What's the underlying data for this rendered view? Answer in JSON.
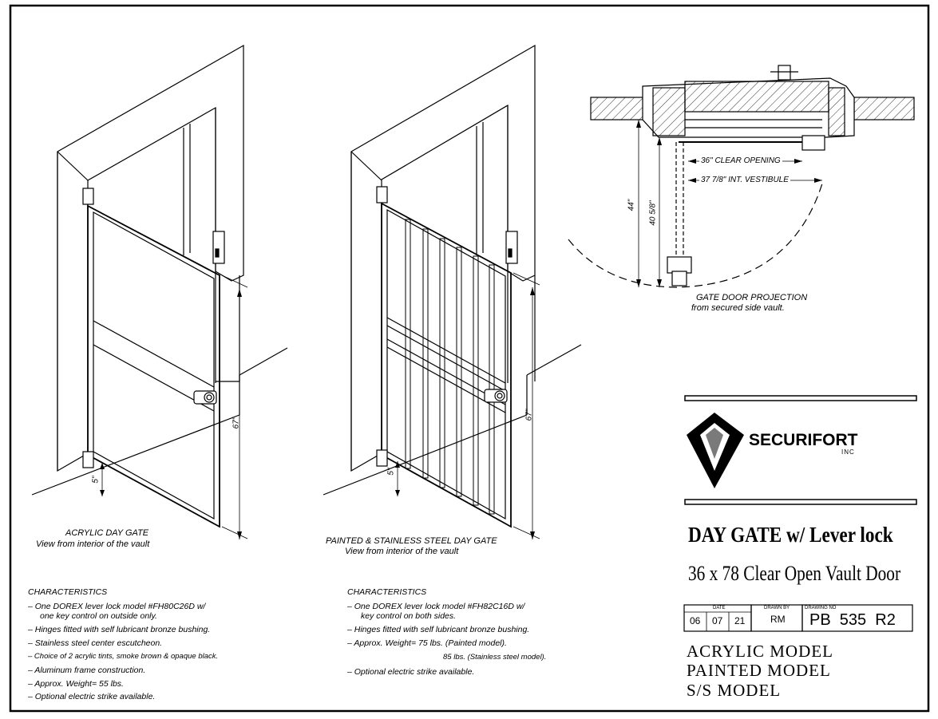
{
  "left_drawing": {
    "caption_line1": "ACRYLIC DAY GATE",
    "caption_line2": "View from interior of the vault",
    "dim_height": "67\"",
    "dim_gap": "5\""
  },
  "middle_drawing": {
    "caption_line1": "PAINTED & STAINLESS STEEL DAY GATE",
    "caption_line2": "View from interior of the vault",
    "dim_height": "67\"",
    "dim_gap": "5\""
  },
  "plan_view": {
    "clear_opening": "36\" CLEAR OPENING",
    "vestibule": "37 7/8\" INT. VESTIBULE",
    "dim_44": "44\"",
    "dim_40": "40 5/8\"",
    "caption_line1": "GATE DOOR PROJECTION",
    "caption_line2": "from secured side vault."
  },
  "left_characteristics": {
    "heading": "CHARACTERISTICS",
    "items": [
      "–  One DOREX lever lock model #FH80C26D  w/",
      "one key control on outside only.",
      "–  Hinges fitted with self lubricant bronze bushing.",
      "–  Stainless steel center escutcheon.",
      "–  Choice of 2 acrylic tints, smoke brown & opaque black.",
      "–  Aluminum frame construction.",
      "–  Approx. Weight= 55 lbs.",
      "–  Optional electric strike available."
    ]
  },
  "middle_characteristics": {
    "heading": "CHARACTERISTICS",
    "items": [
      "–  One DOREX lever lock model #FH82C16D  w/",
      "key control on both sides.",
      "–  Hinges fitted with self lubricant bronze bushing.",
      "–  Approx. Weight= 75 lbs. (Painted model).",
      "85 lbs. (Stainless steel model).",
      "–  Optional electric strike available."
    ]
  },
  "title_block": {
    "company": "SECURIFORT",
    "company_sub": "INC",
    "title": "DAY GATE w/ Lever lock",
    "subtitle": "36 x 78 Clear Open Vault Door",
    "date_label": "DATE",
    "drawn_by_label": "DRAWN BY",
    "drawing_no_label": "DRAWING NO",
    "date_day": "06",
    "date_month": "07",
    "date_year": "21",
    "drawn_by": "RM",
    "drawing_no": "PB  535  R2",
    "models": [
      "ACRYLIC MODEL",
      "PAINTED MODEL",
      "S/S MODEL"
    ]
  },
  "colors": {
    "ink": "#000000",
    "paper": "#ffffff",
    "logo_grey": "#7a7a7a"
  }
}
